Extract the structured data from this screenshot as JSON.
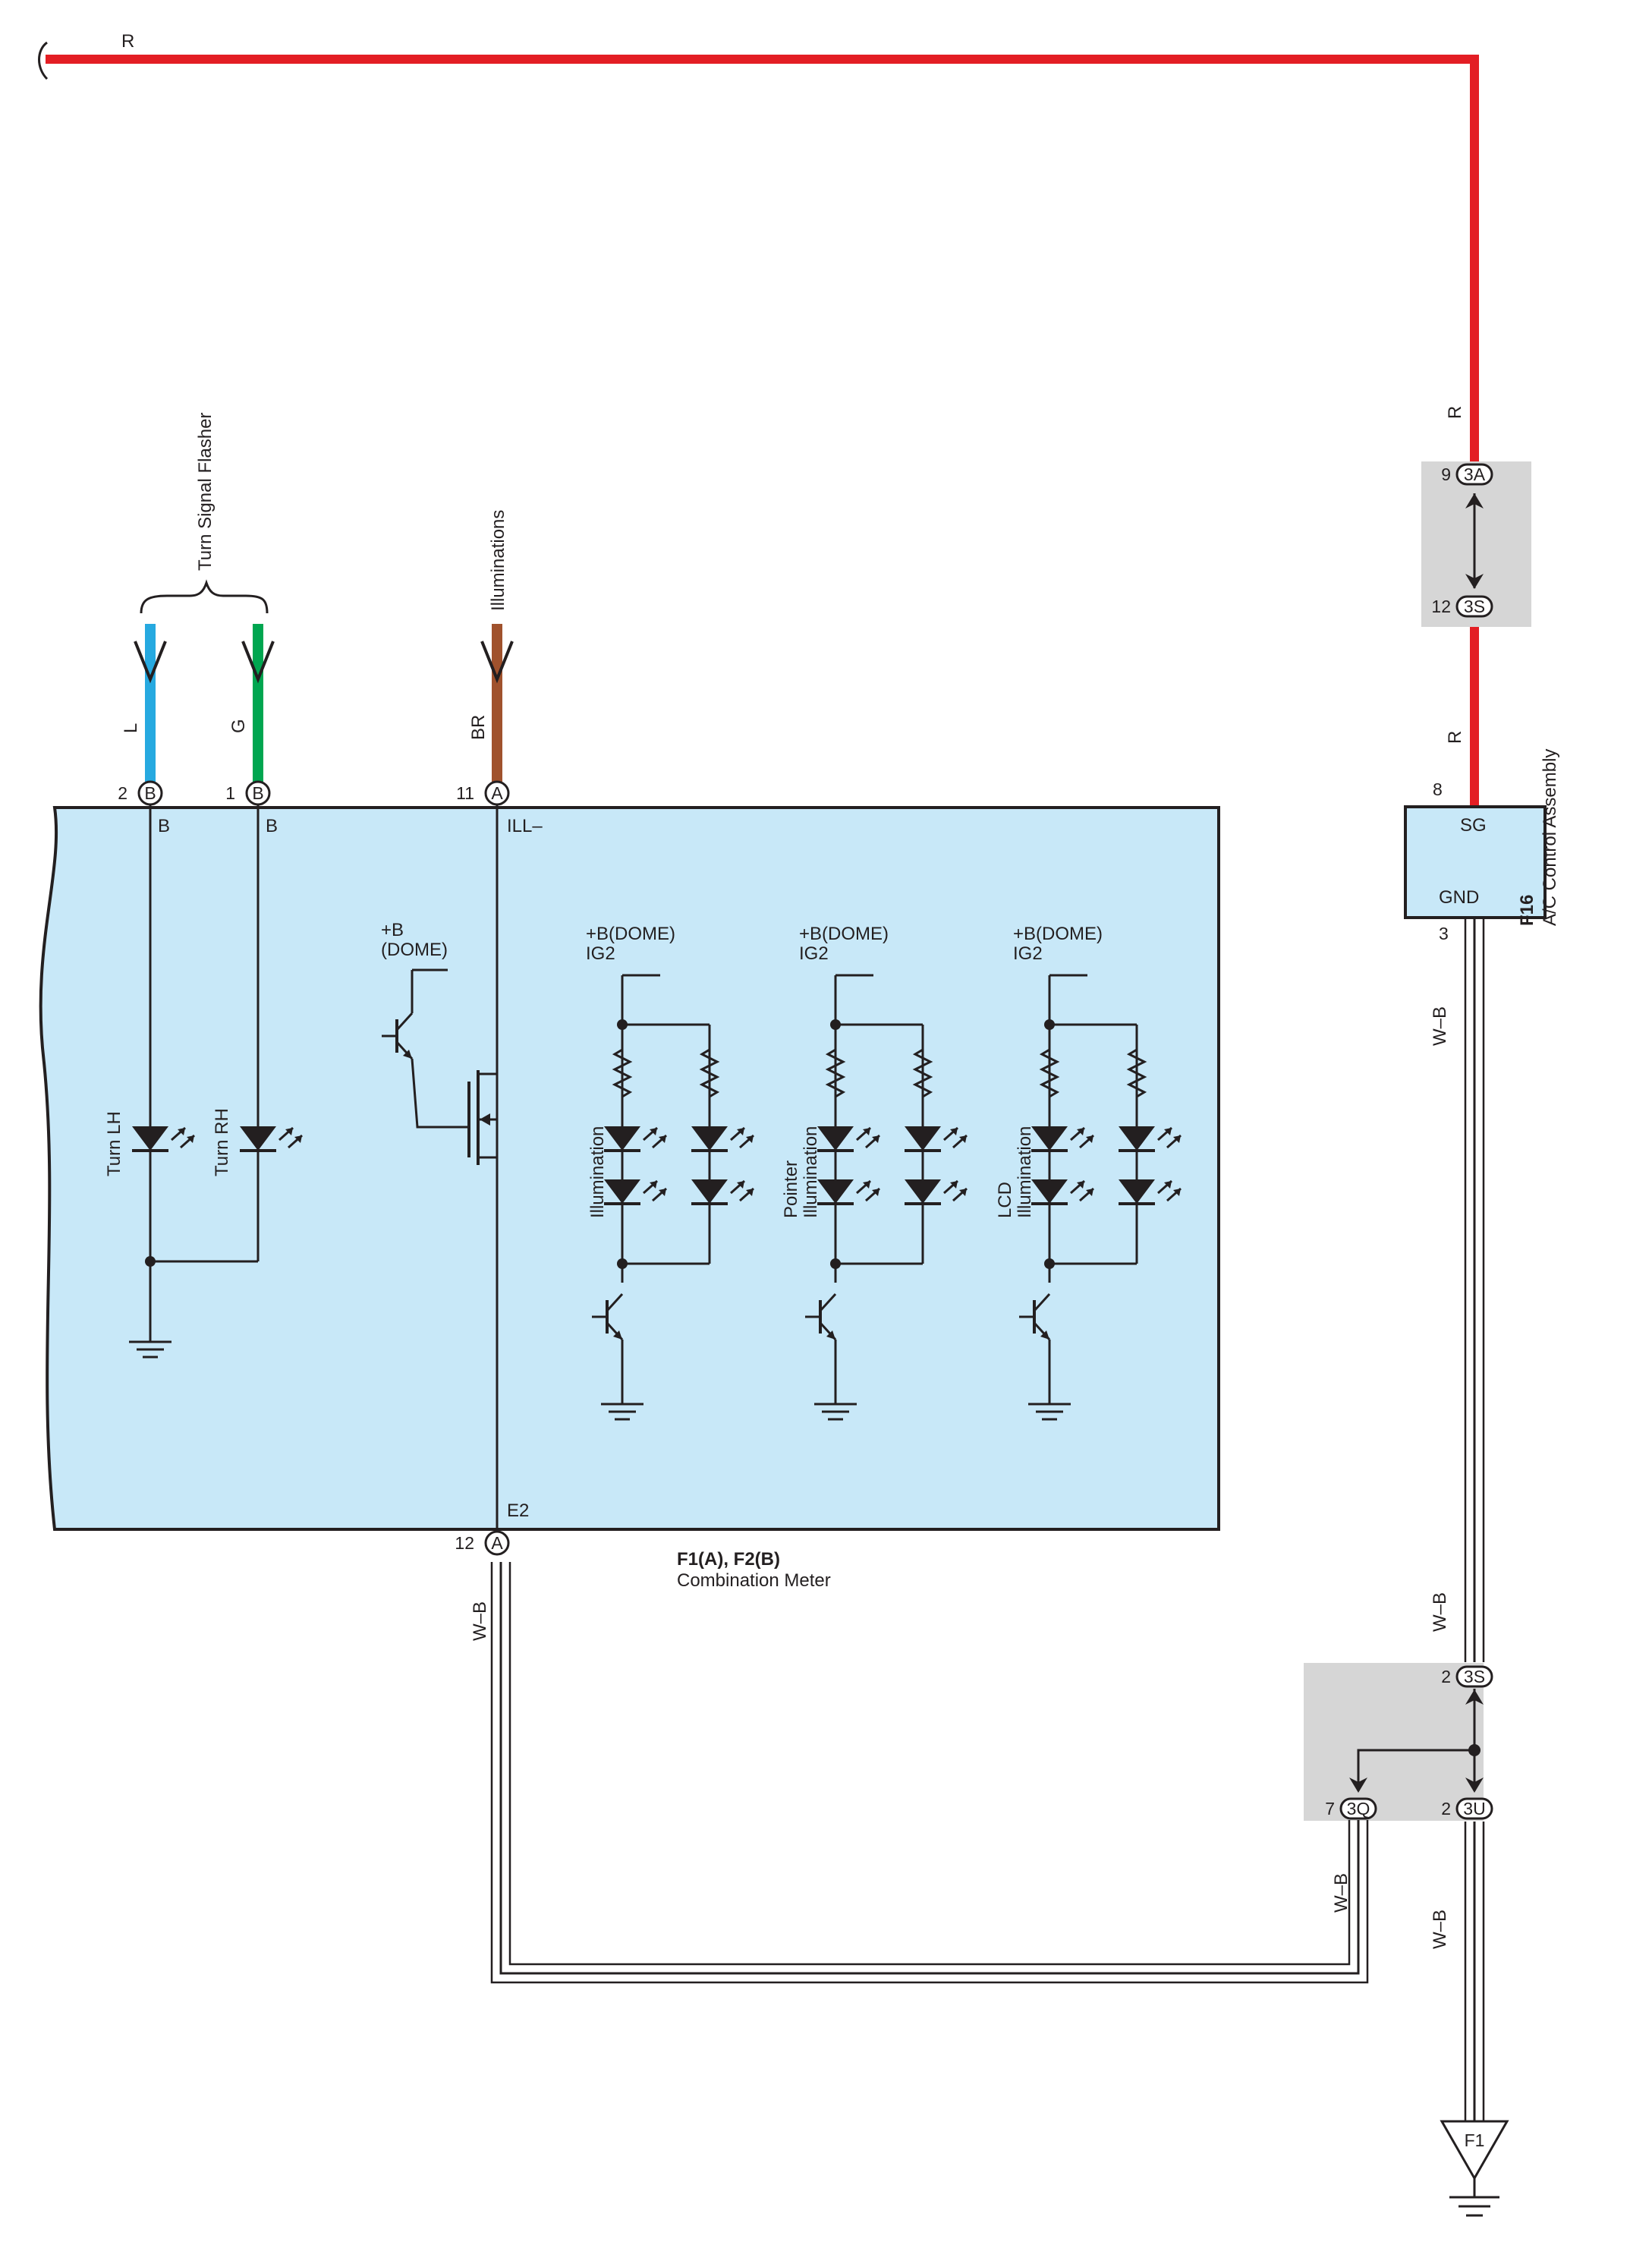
{
  "colors": {
    "red_wire": "#e31e24",
    "blue_wire": "#26a9e0",
    "green_wire": "#00a650",
    "brown_wire": "#a0522d",
    "meter_fill": "#c8e8f8",
    "junction_fill": "#d6d6d6",
    "ink": "#231f20"
  },
  "wires": {
    "top_red": "R",
    "red_upper": "R",
    "red_lower": "R",
    "turn_lh": "L",
    "turn_rh": "G",
    "illum": "BR",
    "meter_ground": "W–B",
    "ac_ground": "W–B",
    "jb_upper": "W–B",
    "jb_left": "W–B",
    "jb_lower": "W–B"
  },
  "external": {
    "turn_signal": "Turn Signal Flasher",
    "illuminations": "Illuminations"
  },
  "meter": {
    "id": "F1(A), F2(B)",
    "name": "Combination Meter",
    "pins": [
      {
        "no": "2",
        "conn": "B",
        "term": "B"
      },
      {
        "no": "1",
        "conn": "B",
        "term": "B"
      },
      {
        "no": "11",
        "conn": "A",
        "term": "ILL–"
      },
      {
        "no": "12",
        "conn": "A",
        "term": "E2"
      }
    ],
    "leds": {
      "turn_lh": "Turn LH",
      "turn_rh": "Turn RH"
    },
    "dome_supply": [
      "+B",
      "(DOME)"
    ],
    "groups": [
      {
        "supply": [
          "+B(DOME)",
          "IG2"
        ],
        "label": [
          "Illumination"
        ]
      },
      {
        "supply": [
          "+B(DOME)",
          "IG2"
        ],
        "label": [
          "Pointer",
          "Illumination"
        ]
      },
      {
        "supply": [
          "+B(DOME)",
          "IG2"
        ],
        "label": [
          "LCD",
          "Illumination"
        ]
      }
    ]
  },
  "ac": {
    "id": "F16",
    "name": "A/C Control Assembly",
    "sg": "SG",
    "gnd": "GND",
    "pin_sg": "8",
    "pin_gnd": "3"
  },
  "junction_upper": {
    "top": {
      "no": "9",
      "conn": "3A"
    },
    "bottom": {
      "no": "12",
      "conn": "3S"
    }
  },
  "junction_lower": {
    "top": {
      "no": "2",
      "conn": "3S"
    },
    "left": {
      "no": "7",
      "conn": "3Q"
    },
    "right": {
      "no": "2",
      "conn": "3U"
    }
  },
  "ground": "F1"
}
